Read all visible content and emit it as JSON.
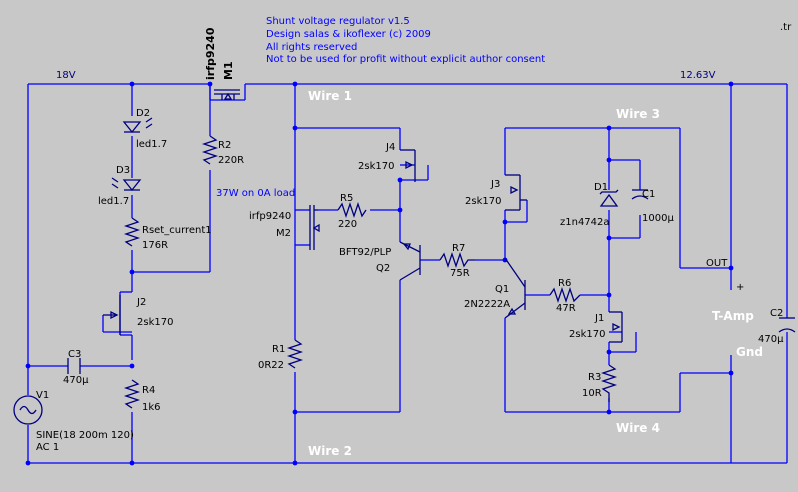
{
  "header": {
    "lines": [
      "Shunt voltage regulator v1.5",
      "Design salas & ikoflexer (c) 2009",
      "All rights reserved",
      "Not to be used for profit without explicit author consent"
    ],
    "corner_fragment": ".tr"
  },
  "nets": {
    "vin": "18V",
    "vout": "12.63V",
    "wire1": "Wire 1",
    "wire2": "Wire 2",
    "wire3": "Wire 3",
    "wire4": "Wire 4",
    "out": "OUT",
    "tamp": "T-Amp",
    "gnd": "Gnd",
    "plus": "+"
  },
  "notes": {
    "power": "37W on 0A load"
  },
  "components": {
    "M1": {
      "ref": "M1",
      "value": "irfp9240"
    },
    "M2": {
      "ref": "M2",
      "value": "irfp9240"
    },
    "D2": {
      "ref": "D2",
      "value": "led1.7"
    },
    "D3": {
      "ref": "D3",
      "value": "led1.7"
    },
    "D1": {
      "ref": "D1",
      "value": "z1n4742a"
    },
    "R2": {
      "ref": "R2",
      "value": "220R"
    },
    "Rset": {
      "ref": "Rset_current1",
      "value": "176R"
    },
    "J2": {
      "ref": "J2",
      "value": "2sk170"
    },
    "J3": {
      "ref": "J3",
      "value": "2sk170"
    },
    "J4": {
      "ref": "J4",
      "value": "2sk170"
    },
    "J1": {
      "ref": "J1",
      "value": "2sk170"
    },
    "C3": {
      "ref": "C3",
      "value": "470µ"
    },
    "C1": {
      "ref": "C1",
      "value": "1000µ"
    },
    "C2": {
      "ref": "C2",
      "value": "470µ"
    },
    "R4": {
      "ref": "R4",
      "value": "1k6"
    },
    "R5": {
      "ref": "R5",
      "value": "220"
    },
    "R7": {
      "ref": "R7",
      "value": "75R"
    },
    "R6": {
      "ref": "R6",
      "value": "47R"
    },
    "R3": {
      "ref": "R3",
      "value": "10R"
    },
    "R1": {
      "ref": "R1",
      "value": "0R22"
    },
    "Q1": {
      "ref": "Q1",
      "value": "2N2222A"
    },
    "Q2": {
      "ref": "Q2",
      "value": "BFT92/PLP"
    },
    "V1": {
      "ref": "V1",
      "value": "SINE(18 200m 120)",
      "ac": "AC 1"
    }
  }
}
